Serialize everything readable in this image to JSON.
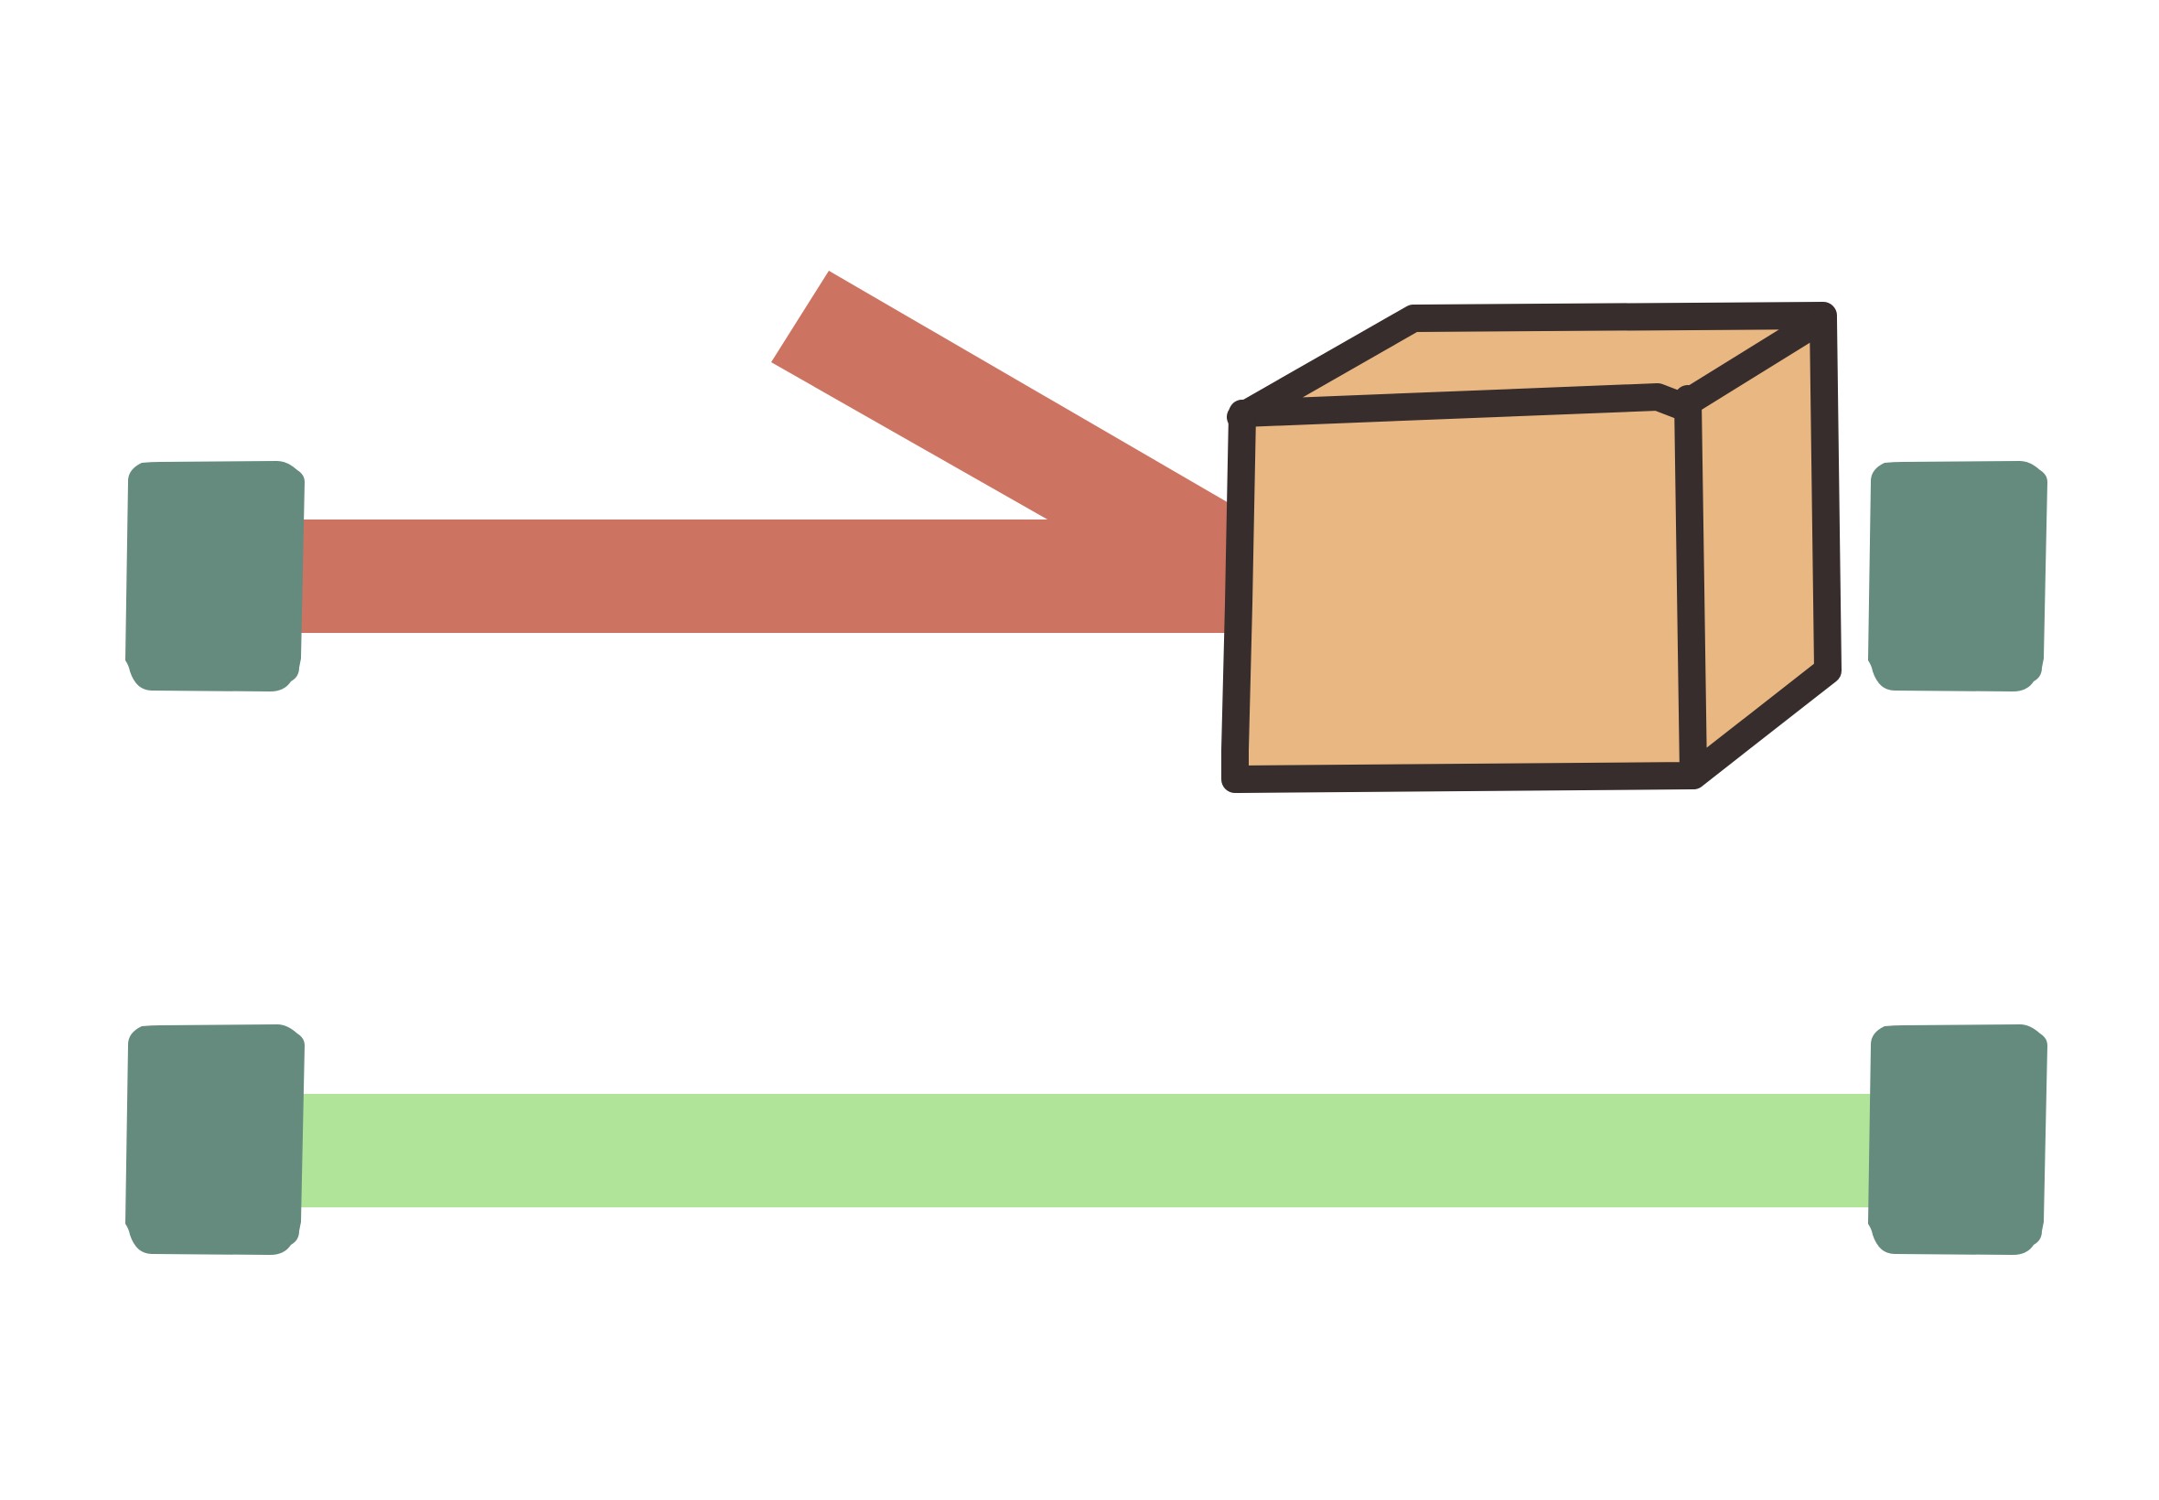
{
  "diagram": {
    "rows": [
      {
        "id": "top-row",
        "path_state": "blocked",
        "has_branch": true,
        "obstacle": "box"
      },
      {
        "id": "bottom-row",
        "path_state": "clear",
        "has_branch": false,
        "obstacle": null
      }
    ]
  },
  "colors": {
    "background": "#ffffff",
    "node": "#648b7e",
    "blocked_path": "#cd7361",
    "clear_path": "#b0e499",
    "box_fill": "#e9b782",
    "box_outline": "#372d2d"
  },
  "icons": {
    "node": "rounded-square-node",
    "obstacle": "cardboard-box-icon"
  }
}
